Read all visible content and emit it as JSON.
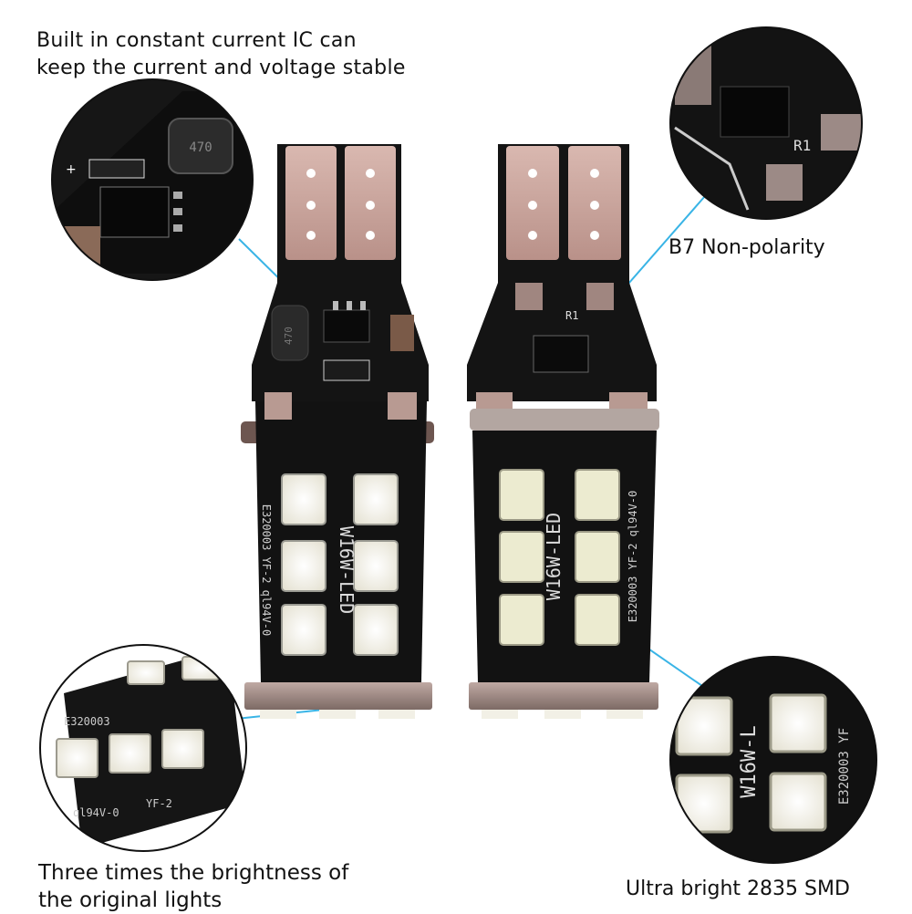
{
  "captions": {
    "constant_current": "Built in constant current IC can\nkeep the current and voltage stable",
    "non_polarity": "B7 Non-polarity",
    "brightness": "Three times the brightness of\nthe original lights",
    "smd": "Ultra bright 2835 SMD"
  },
  "bulb_left": {
    "model": "W16W-LED",
    "pcb_code": "E320003 YF-2 ql94V-0",
    "inductor_code": "470"
  },
  "bulb_right": {
    "model": "W16W-LED",
    "pcb_code": "E320003 YF-2 ql94V-0",
    "resistor_label": "R1"
  },
  "zoom_bottom_left": {
    "code_1": "E320003",
    "code_2": "YF-2",
    "code_3": "ql94V-0"
  },
  "zoom_bottom_right": {
    "model_fragment": "W16W-L",
    "code": "E320003 YF"
  },
  "colors": {
    "pcb": "#121212",
    "pad": "#c9a79f",
    "led": "#f3f1e6",
    "callout_line": "#39b4e6"
  }
}
